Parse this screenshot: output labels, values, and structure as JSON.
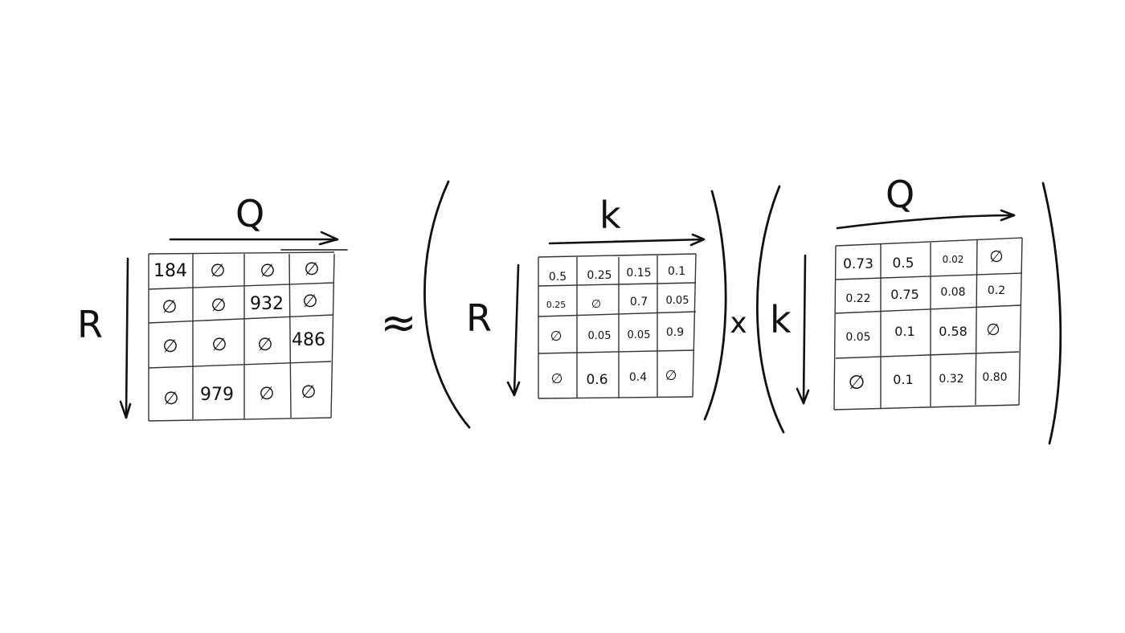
{
  "rating_matrix": {
    "row_axis_label": "R",
    "col_axis_label": "Q",
    "rows": [
      [
        "184",
        "∅",
        "∅",
        "∅"
      ],
      [
        "∅",
        "∅",
        "932",
        "∅"
      ],
      [
        "∅",
        "∅",
        "∅",
        "486"
      ],
      [
        "∅",
        "979",
        "∅",
        "∅"
      ]
    ]
  },
  "approx_symbol": "≈",
  "user_factor_matrix": {
    "row_axis_label": "R",
    "col_axis_label": "k",
    "rows": [
      [
        "0.5",
        "0.25",
        "0.15",
        "0.1"
      ],
      [
        "0.25",
        "∅",
        "0.7",
        "0.05"
      ],
      [
        "∅",
        "0.05",
        "0.05",
        "0.9"
      ],
      [
        "∅",
        "0.6",
        "0.4",
        "∅"
      ]
    ]
  },
  "multiply_symbol": "x",
  "item_factor_matrix": {
    "row_axis_label": "k",
    "col_axis_label": "Q",
    "rows": [
      [
        "0.73",
        "0.5",
        "0.02",
        "∅"
      ],
      [
        "0.22",
        "0.75",
        "0.08",
        "0.2"
      ],
      [
        "0.05",
        "0.1",
        "0.58",
        "∅"
      ],
      [
        "∅",
        "0.1",
        "0.32",
        "0.80"
      ]
    ]
  }
}
